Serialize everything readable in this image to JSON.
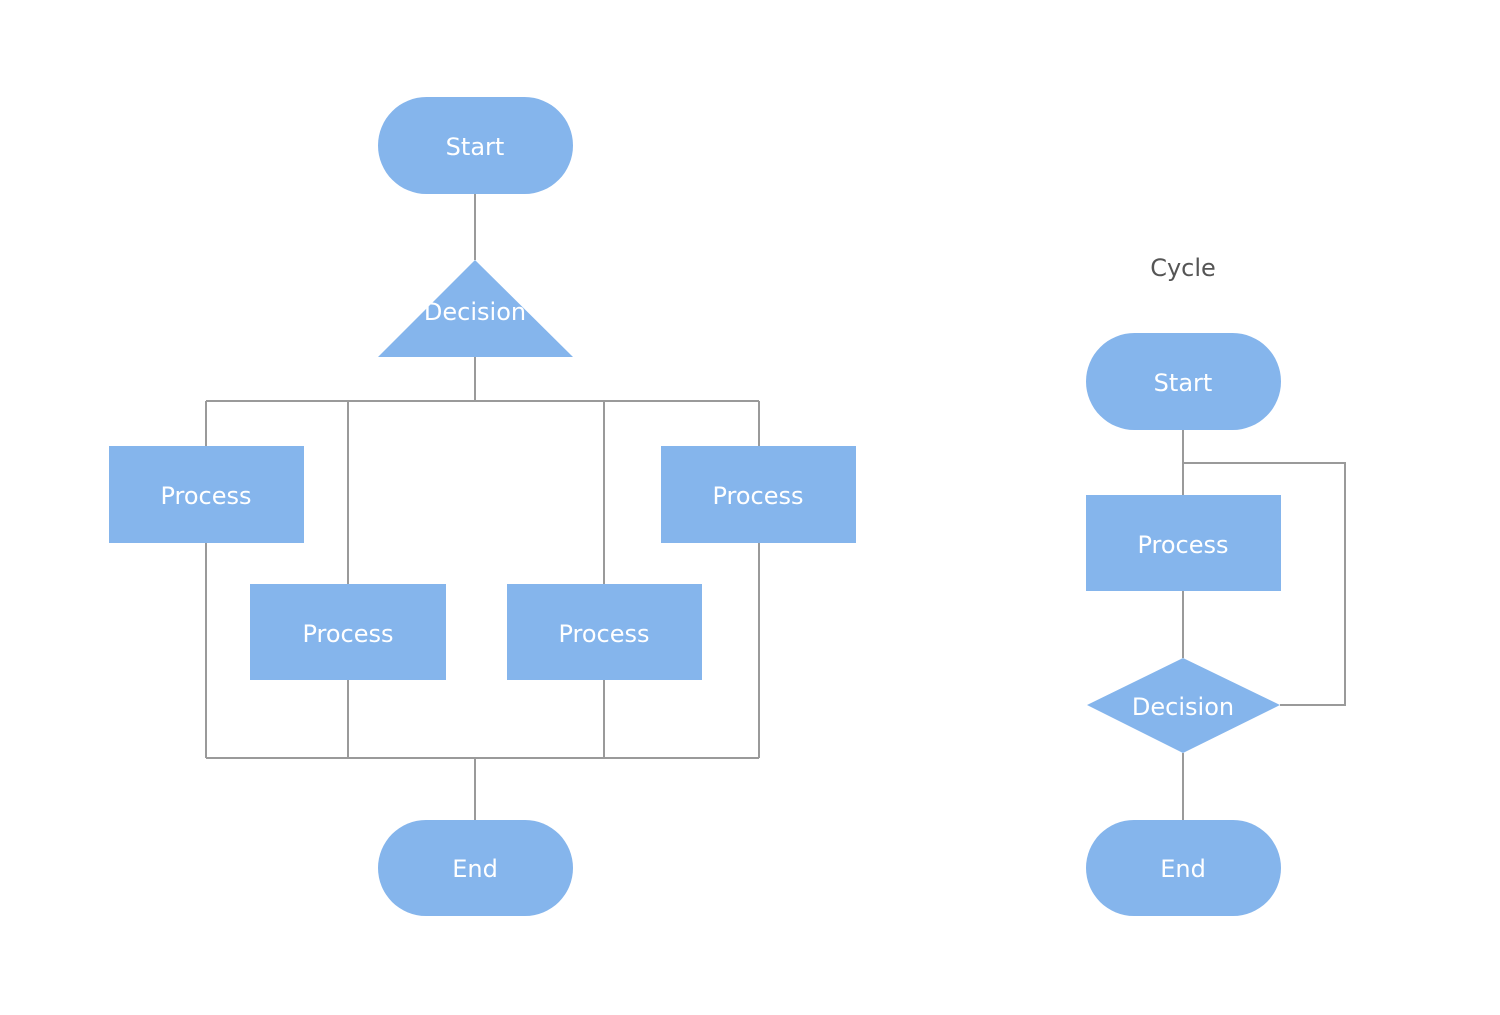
{
  "colors": {
    "shape_fill": "#85b5ec",
    "connector": "#9a9a9a",
    "label_text": "#ffffff",
    "title_text": "#555555",
    "background": "#ffffff"
  },
  "left_flow": {
    "start_label": "Start",
    "decision_label": "Decision",
    "process_1_label": "Process",
    "process_2_label": "Process",
    "process_3_label": "Process",
    "process_4_label": "Process",
    "end_label": "End"
  },
  "cycle_flow": {
    "title": "Cycle",
    "start_label": "Start",
    "process_label": "Process",
    "decision_label": "Decision",
    "end_label": "End"
  }
}
